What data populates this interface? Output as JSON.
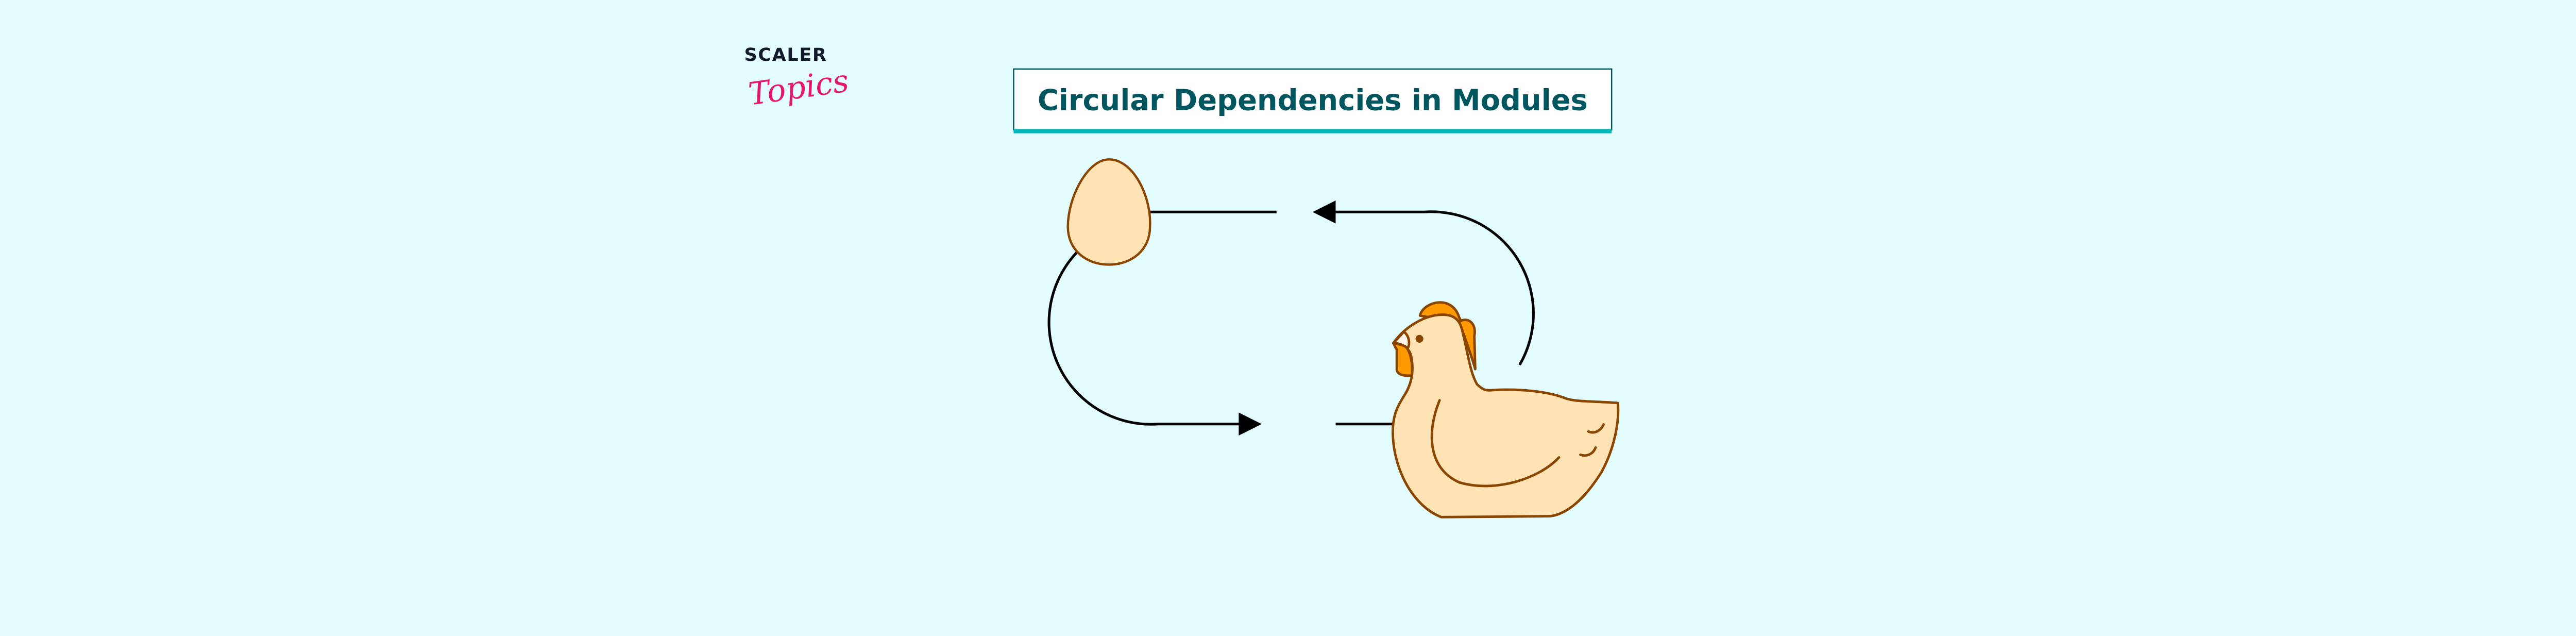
{
  "logo": {
    "top": "SCALER",
    "bottom": "Topics"
  },
  "title": "Circular Dependencies in Modules",
  "colors": {
    "background": "#e3fdfe",
    "title_text": "#00565f",
    "title_underline": "#00b8bc",
    "fill": "#ffe3b5",
    "outline": "#8a4500",
    "comb": "#ff9a00",
    "logo_pink": "#e5176c"
  },
  "nodes": [
    {
      "name": "egg",
      "icon": "egg-icon"
    },
    {
      "name": "chicken",
      "icon": "chicken-icon"
    }
  ]
}
